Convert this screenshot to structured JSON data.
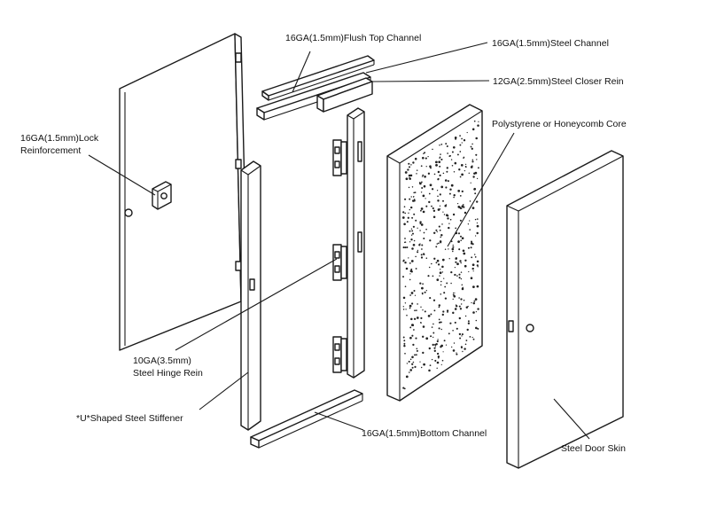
{
  "labels": {
    "flush_top_channel": "16GA(1.5mm)Flush Top Channel",
    "steel_channel": "16GA(1.5mm)Steel Channel",
    "closer_rein": "12GA(2.5mm)Steel Closer Rein",
    "lock_reinforcement_line1": "16GA(1.5mm)Lock",
    "lock_reinforcement_line2": "Reinforcement",
    "core": "Polystyrene or Honeycomb Core",
    "hinge_rein_line1": "10GA(3.5mm)",
    "hinge_rein_line2": "Steel Hinge Rein",
    "u_stiffener": "*U*Shaped Steel Stiffener",
    "bottom_channel": "16GA(1.5mm)Bottom Channel",
    "door_skin": "Steel Door Skin"
  }
}
